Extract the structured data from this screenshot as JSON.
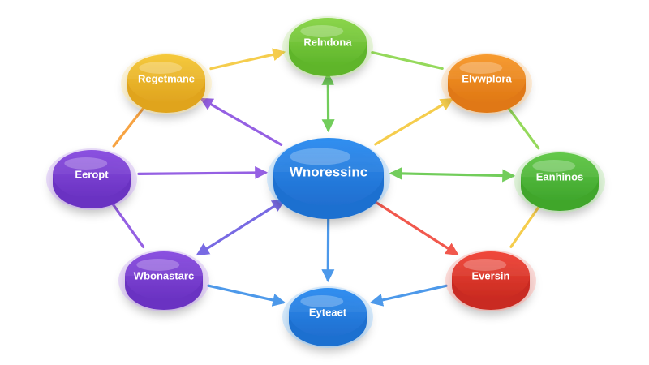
{
  "nodes": [
    {
      "id": "center",
      "label": "Wnoressinc",
      "color": "#2f8ef0",
      "dark": "#1f6fd0"
    },
    {
      "id": "top",
      "label": "Relndona",
      "color": "#8ad54a",
      "dark": "#5eb52a"
    },
    {
      "id": "top-left",
      "label": "Regetmane",
      "color": "#f5c83a",
      "dark": "#e0a41e"
    },
    {
      "id": "top-right",
      "label": "Elvwplora",
      "color": "#f79a2e",
      "dark": "#e07814"
    },
    {
      "id": "left",
      "label": "Eeropt",
      "color": "#8a4fe0",
      "dark": "#6a32c2"
    },
    {
      "id": "right",
      "label": "Eanhinos",
      "color": "#63c84a",
      "dark": "#3fa62c"
    },
    {
      "id": "bottom-left",
      "label": "Wbonastarc",
      "color": "#8a4fe0",
      "dark": "#6a32c2"
    },
    {
      "id": "bottom-right",
      "label": "Eversin",
      "color": "#f0473a",
      "dark": "#c92a20"
    },
    {
      "id": "bottom",
      "label": "Eyteaet",
      "color": "#2f8ef0",
      "dark": "#1f6fd0"
    }
  ],
  "edges": [
    {
      "from": "top-left",
      "to": "top",
      "color": "#f5c83a",
      "arrow": "end"
    },
    {
      "from": "top",
      "to": "top-right",
      "color": "#8ad54a",
      "arrow": "none"
    },
    {
      "from": "top-right",
      "to": "right",
      "color": "#8ad54a",
      "arrow": "none"
    },
    {
      "from": "right",
      "to": "bottom-right",
      "color": "#f5c83a",
      "arrow": "none"
    },
    {
      "from": "bottom-right",
      "to": "bottom",
      "color": "#3a8ee8",
      "arrow": "end"
    },
    {
      "from": "bottom-left",
      "to": "bottom",
      "color": "#3a8ee8",
      "arrow": "end"
    },
    {
      "from": "left",
      "to": "bottom-left",
      "color": "#8a4fe0",
      "arrow": "none"
    },
    {
      "from": "top-left",
      "to": "left",
      "color": "#f79a2e",
      "arrow": "none"
    },
    {
      "from": "center",
      "to": "top",
      "color": "#63c84a",
      "arrow": "both"
    },
    {
      "from": "center",
      "to": "top-left",
      "color": "#8a4fe0",
      "arrow": "end"
    },
    {
      "from": "center",
      "to": "top-right",
      "color": "#f5c83a",
      "arrow": "end"
    },
    {
      "from": "left",
      "to": "center",
      "color": "#8a4fe0",
      "arrow": "end"
    },
    {
      "from": "center",
      "to": "right",
      "color": "#63c84a",
      "arrow": "both"
    },
    {
      "from": "center",
      "to": "bottom-left",
      "color": "#6a5ae0",
      "arrow": "both"
    },
    {
      "from": "center",
      "to": "bottom-right",
      "color": "#f0473a",
      "arrow": "end"
    },
    {
      "from": "center",
      "to": "bottom",
      "color": "#3a8ee8",
      "arrow": "end"
    }
  ]
}
